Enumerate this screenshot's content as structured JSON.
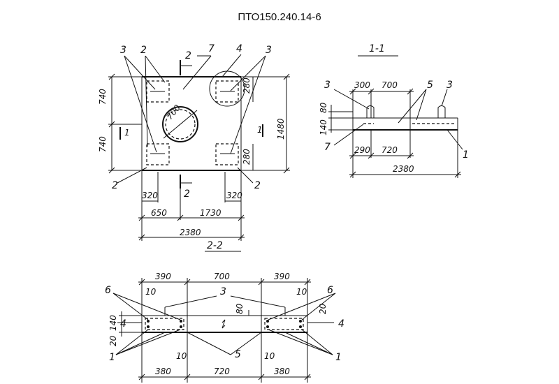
{
  "title": "ПТО150.240.14-6",
  "plan": {
    "positions": {
      "tl_3": "3",
      "tl_2": "2",
      "cut_top": "2",
      "tm_7": "7",
      "tr_4": "4",
      "tr_3": "3",
      "mid_left": "1",
      "mid_right": "1",
      "bl_2": "2",
      "bm_cut": "2",
      "br_2": "2"
    },
    "dims": {
      "h_top": "740",
      "h_bot": "740",
      "total_h": "1480",
      "dia": "700",
      "side_top": "280",
      "side_bot": "280",
      "w_320_left": "320",
      "w_320_right": "320",
      "w_650": "650",
      "w_1730": "1730",
      "w_total": "2380"
    }
  },
  "section_1_1": {
    "label": "1-1",
    "positions": {
      "p3_left": "3",
      "p5": "5",
      "p3_right": "3",
      "p7": "7",
      "p1": "1"
    },
    "dims": {
      "d300": "300",
      "d700": "700",
      "d140": "140",
      "d80": "80",
      "d290": "290",
      "d720": "720",
      "d2380": "2380"
    }
  },
  "section_2_2": {
    "label": "2-2",
    "positions": {
      "p6_left": "6",
      "p6_right": "6",
      "p3": "3",
      "p4_left": "4",
      "p4_right": "4",
      "p5": "5",
      "p1_left": "1",
      "p1_right": "1"
    },
    "dims": {
      "t390_left": "390",
      "t700": "700",
      "t390_right": "390",
      "t10_left": "10",
      "t10_right": "10",
      "d140": "140",
      "d20_left": "20",
      "d20_right": "20",
      "d80": "80",
      "b10_left": "10",
      "b10_right": "10",
      "b380_left": "380",
      "b720": "720",
      "b380_right": "380"
    }
  }
}
